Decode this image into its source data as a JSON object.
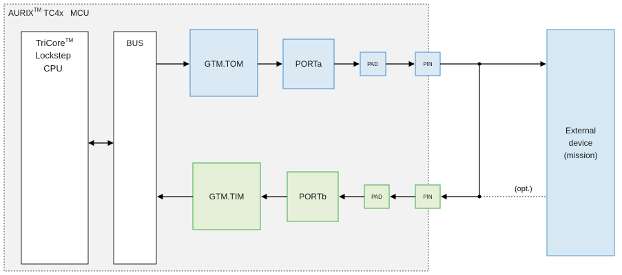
{
  "mcu": {
    "title_prefix": "AURIX",
    "title_tm": "TM",
    "title_rest": " TC4x   MCU"
  },
  "cpu": {
    "line1_prefix": "TriCore",
    "line1_tm": "TM",
    "line2": "Lockstep",
    "line3": "CPU"
  },
  "bus": {
    "label": "BUS"
  },
  "output_path": {
    "gtm": "GTM.TOM",
    "port": "PORTa",
    "pad": "PAD",
    "pin": "PIN"
  },
  "input_path": {
    "gtm": "GTM.TIM",
    "port": "PORTb",
    "pad": "PAD",
    "pin": "PIN"
  },
  "external": {
    "line1": "External",
    "line2": "device",
    "line3": "(mission)"
  },
  "optional_label": "(opt.)",
  "colors": {
    "output_fill": "#dbe9f5",
    "output_stroke": "#5b9bd5",
    "input_fill": "#e6f0d8",
    "input_stroke": "#5cb85c",
    "external_fill": "#d6e8f3",
    "external_stroke": "#6aa7cf",
    "mcu_fill": "#f2f2f2"
  }
}
